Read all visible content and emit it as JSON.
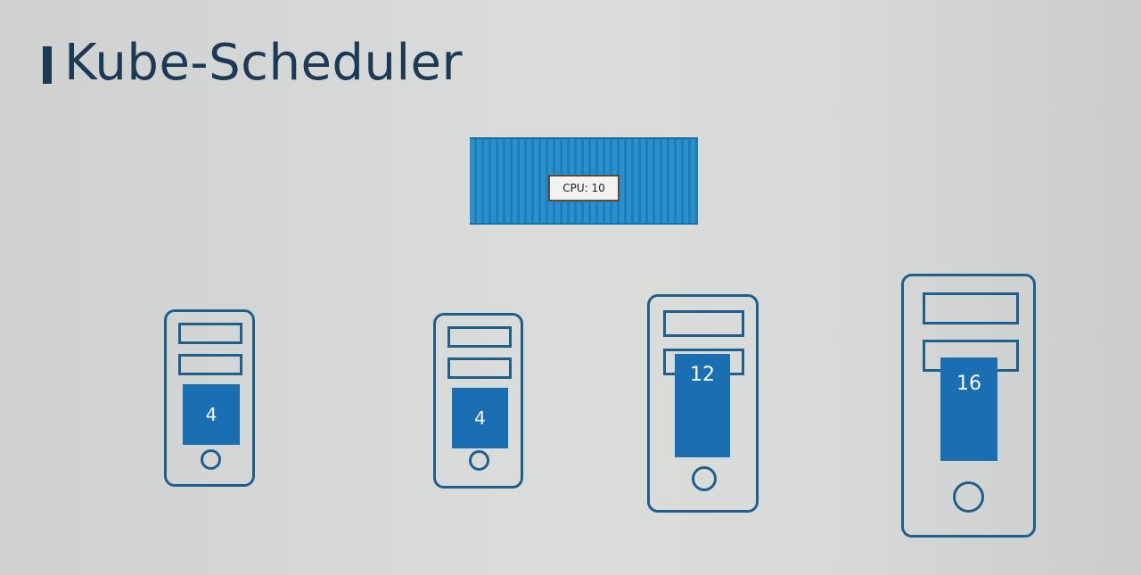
{
  "slide": {
    "title": "Kube-Scheduler"
  },
  "pod": {
    "cpu_label": "CPU: 10"
  },
  "nodes": [
    {
      "cpu": "4"
    },
    {
      "cpu": "4"
    },
    {
      "cpu": "12"
    },
    {
      "cpu": "16"
    }
  ],
  "colors": {
    "title": "#1c3a55",
    "node_outline": "#1f5f8a",
    "cpu_fill": "#1a6fb2",
    "container_fill": "#2a8fcc"
  }
}
